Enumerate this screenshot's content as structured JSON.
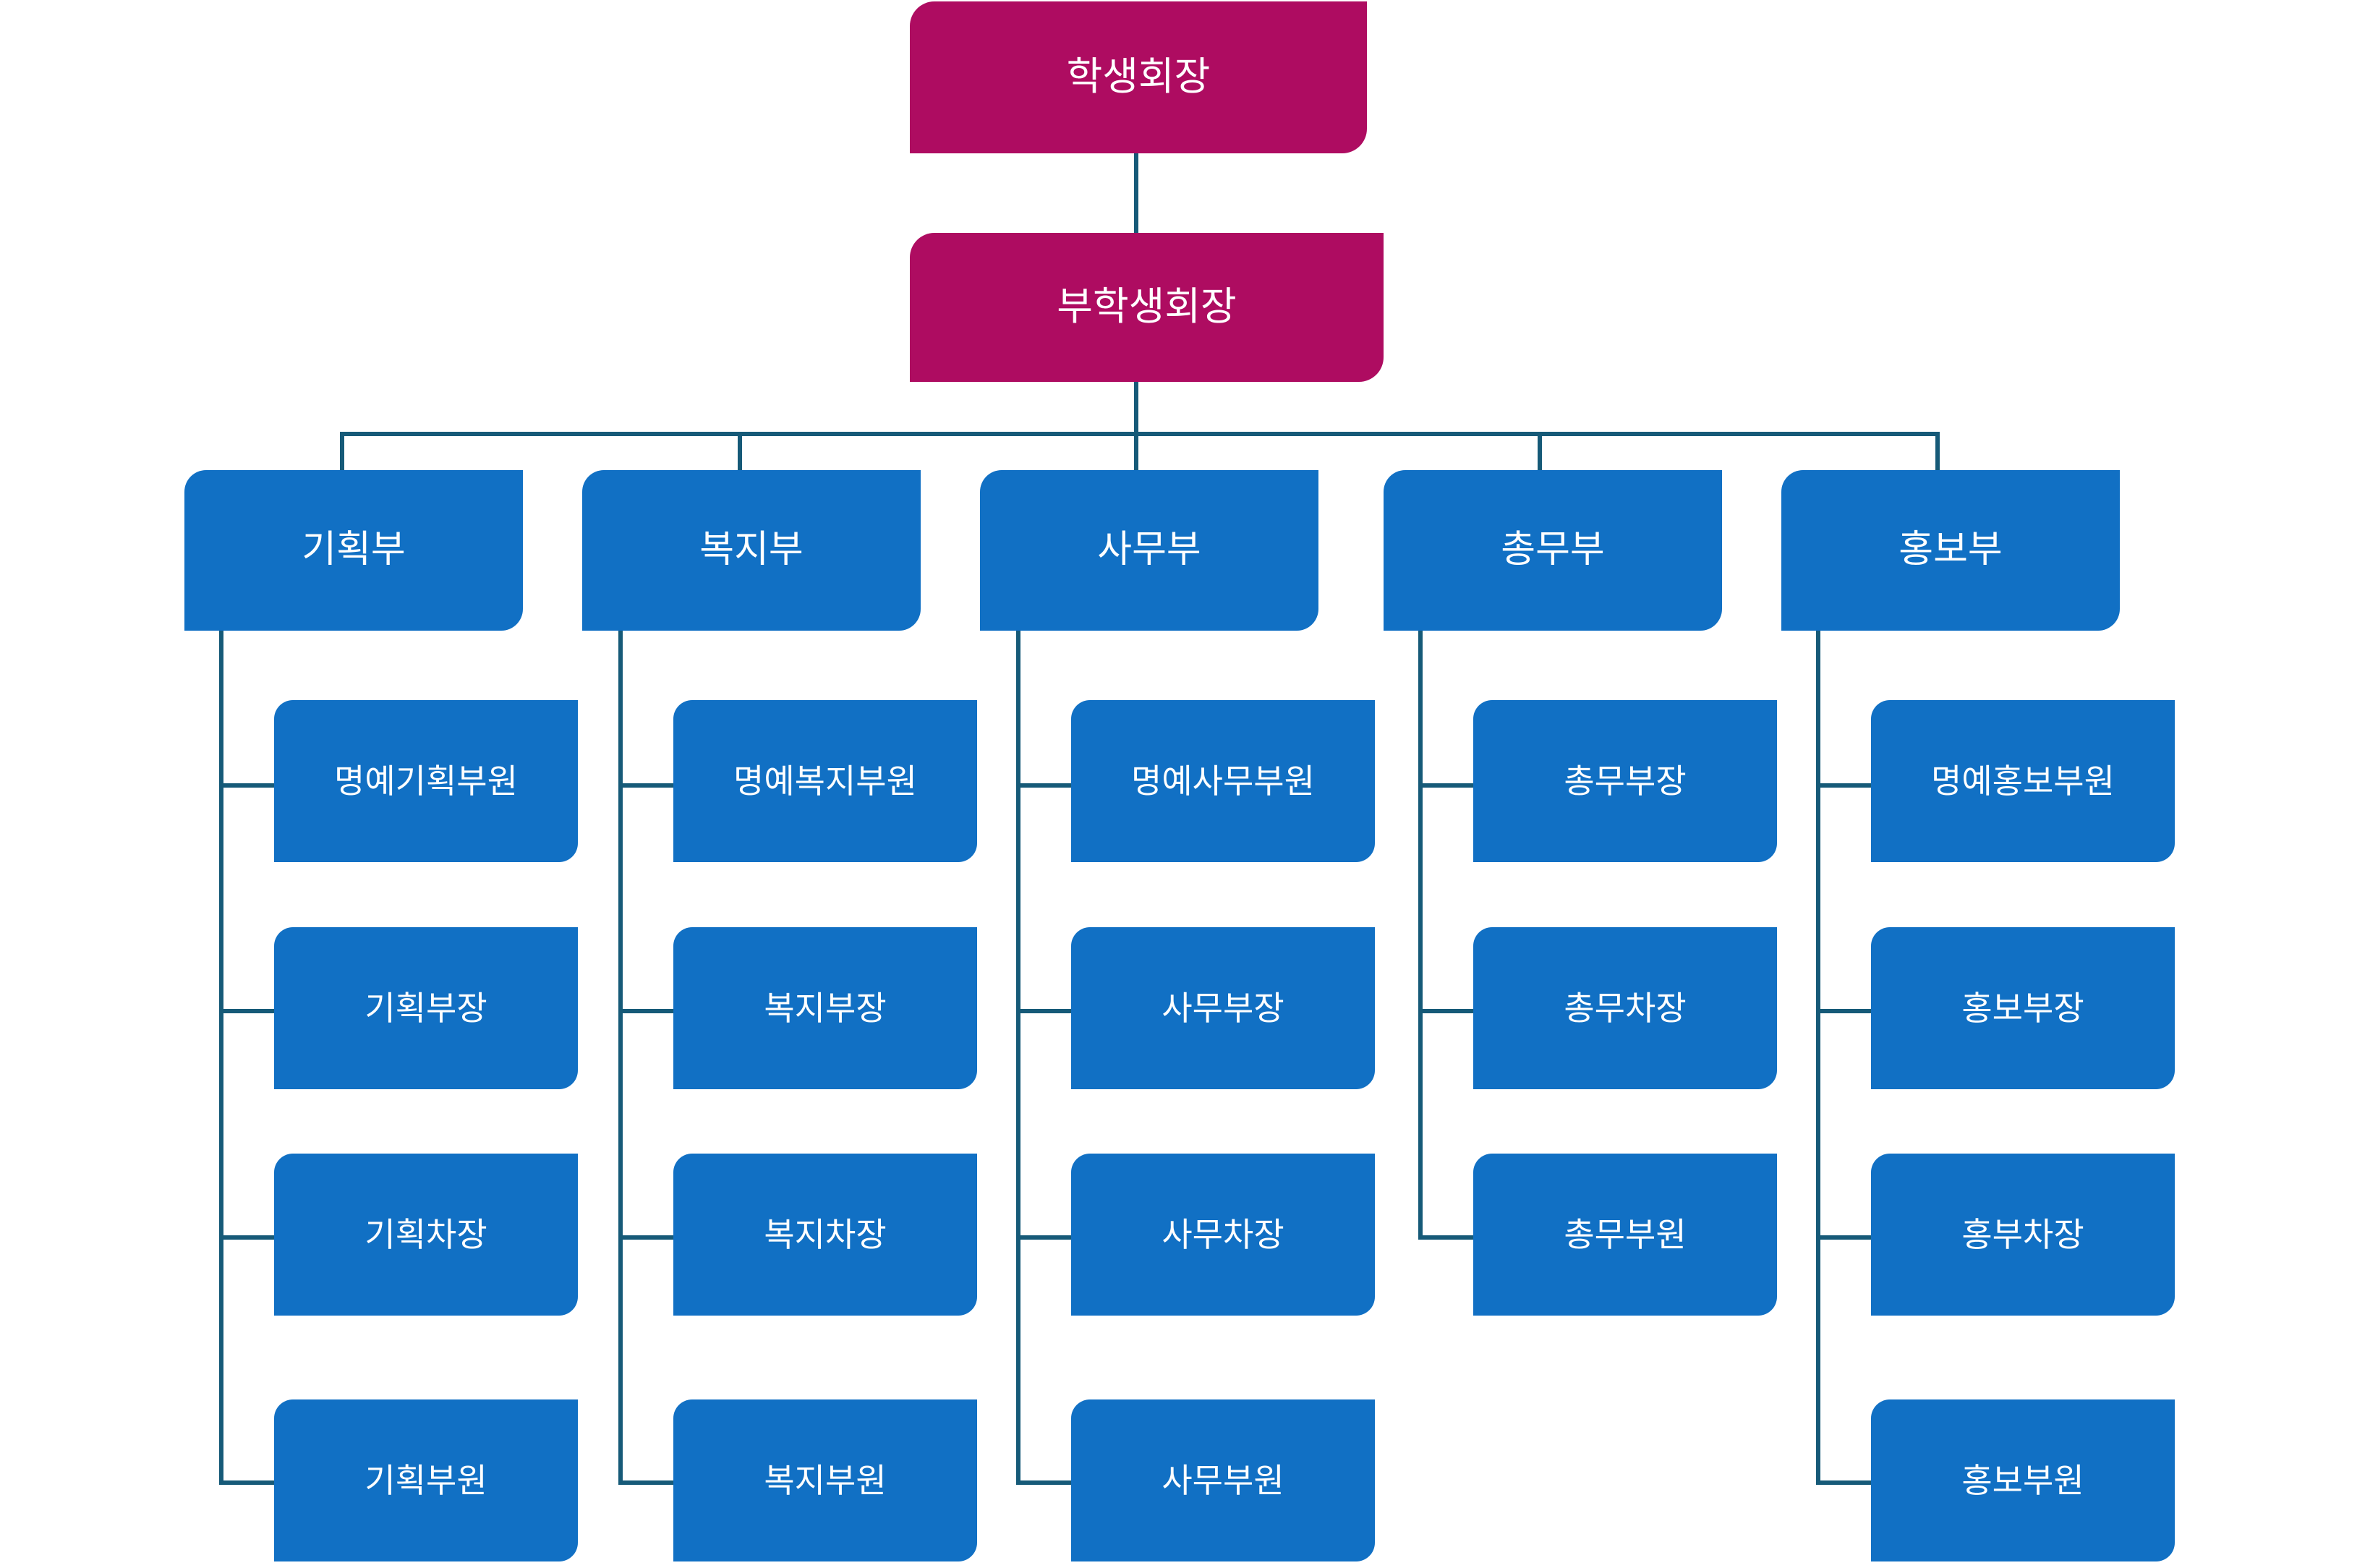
{
  "chart": {
    "title_semantic": "student-council-organization-chart",
    "colors": {
      "executive": "#AE0C61",
      "department": "#1170C4",
      "connector": "#165A78",
      "text": "#FFFFFF",
      "background": "#FFFFFF"
    },
    "executives": [
      {
        "label": "학생회장"
      },
      {
        "label": "부학생회장"
      }
    ],
    "departments": [
      {
        "label": "기획부",
        "members": [
          {
            "label": "명예기획부원"
          },
          {
            "label": "기획부장"
          },
          {
            "label": "기획차장"
          },
          {
            "label": "기획부원"
          }
        ]
      },
      {
        "label": "복지부",
        "members": [
          {
            "label": "명예복지부원"
          },
          {
            "label": "복지부장"
          },
          {
            "label": "복지차장"
          },
          {
            "label": "복지부원"
          }
        ]
      },
      {
        "label": "사무부",
        "members": [
          {
            "label": "명예사무부원"
          },
          {
            "label": "사무부장"
          },
          {
            "label": "사무차장"
          },
          {
            "label": "사무부원"
          }
        ]
      },
      {
        "label": "총무부",
        "members": [
          {
            "label": "총무부장"
          },
          {
            "label": "총무차장"
          },
          {
            "label": "총무부원"
          }
        ]
      },
      {
        "label": "홍보부",
        "members": [
          {
            "label": "명예홍보부원"
          },
          {
            "label": "홍보부장"
          },
          {
            "label": "홍부차장"
          },
          {
            "label": "홍보부원"
          }
        ]
      }
    ]
  }
}
